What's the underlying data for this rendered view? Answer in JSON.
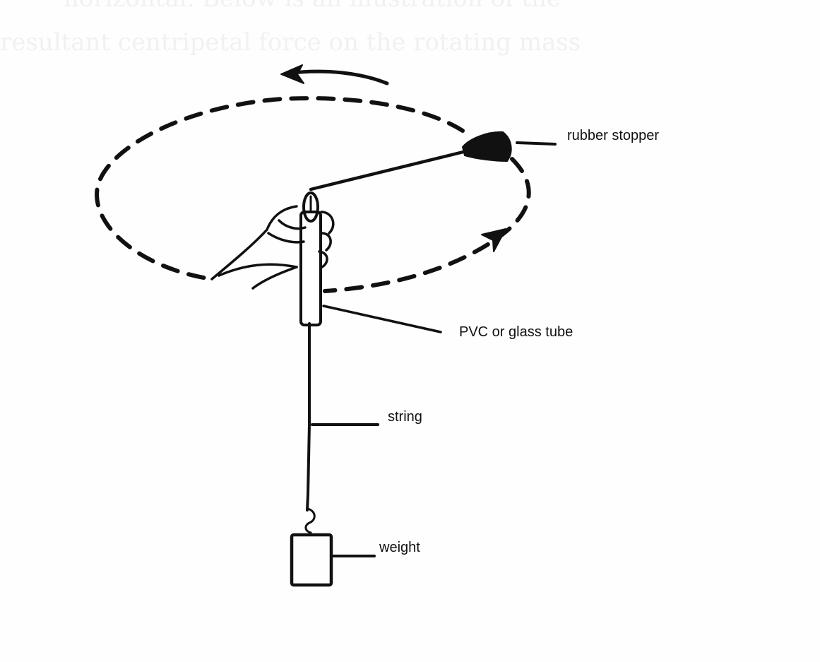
{
  "diagram": {
    "labels": {
      "rubber_stopper": "rubber stopper",
      "tube": "PVC or glass tube",
      "string": "string",
      "weight": "weight"
    },
    "show_through_text": {
      "line_1": "horizontal. Below is an illustration of the",
      "line_2": "resultant centripetal force on the rotating mass"
    },
    "colors": {
      "ink": "#111111",
      "paper": "#fefefe",
      "show_through": "#f1f1f1"
    }
  }
}
